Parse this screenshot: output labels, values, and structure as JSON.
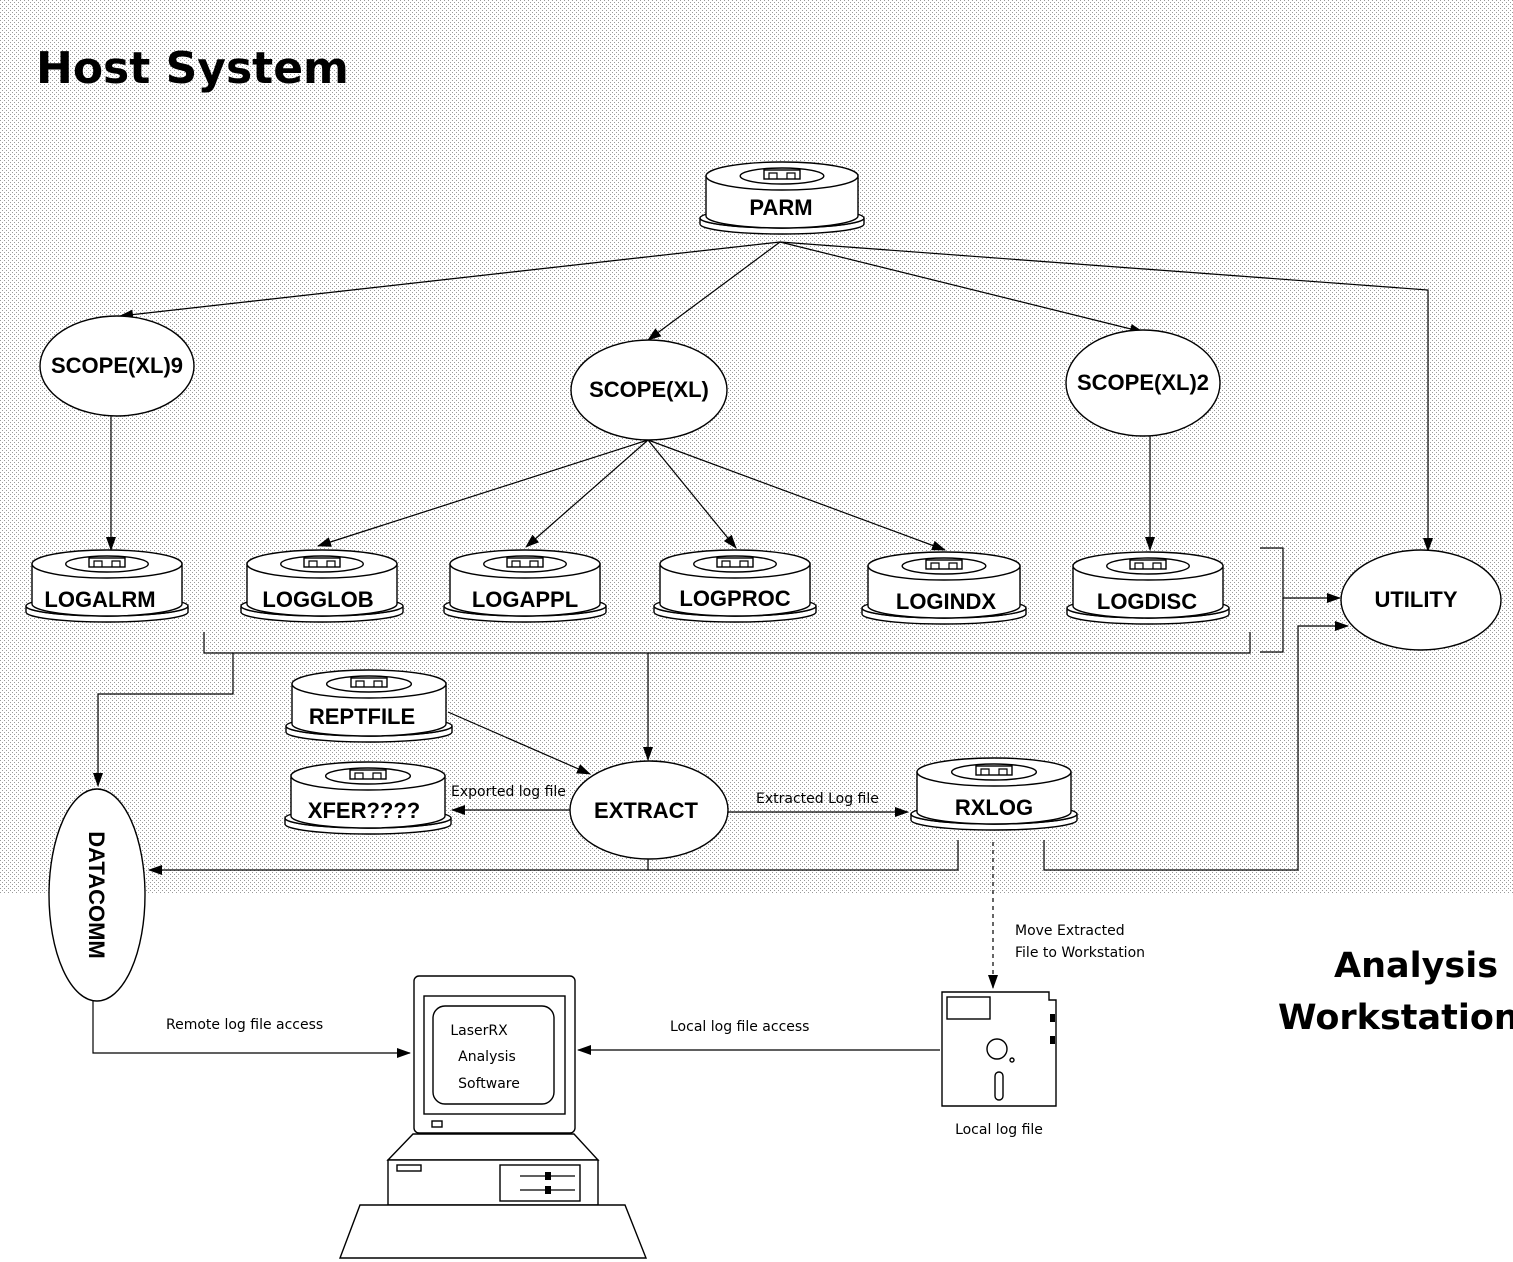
{
  "regions": {
    "host_title": "Host System",
    "workstation_title_line1": "Analysis",
    "workstation_title_line2": "Workstation"
  },
  "disks": {
    "parm": "PARM",
    "logalrm": "LOGALRM",
    "logglob": "LOGGLOB",
    "logappl": "LOGAPPL",
    "logproc": "LOGPROC",
    "logindx": "LOGINDX",
    "logdisc": "LOGDISC",
    "reptfile": "REPTFILE",
    "xfer": "XFER????",
    "rxlog": "RXLOG"
  },
  "processes": {
    "scope9": "SCOPE(XL)9",
    "scope": "SCOPE(XL)",
    "scope2": "SCOPE(XL)2",
    "utility": "UTILITY",
    "extract": "EXTRACT",
    "datacomm": "DATACOMM"
  },
  "edge_labels": {
    "exported": "Exported log file",
    "extracted": "Extracted Log file",
    "move_line1": "Move Extracted",
    "move_line2": "File to Workstation",
    "remote": "Remote log file access",
    "local_access": "Local log file access"
  },
  "workstation": {
    "screen_line1": "LaserRX",
    "screen_line2": "Analysis",
    "screen_line3": "Software",
    "floppy_label": "Local log file"
  },
  "colors": {
    "background": "#ffffff",
    "stipple_dot": "#9a9a9a",
    "ink": "#000000"
  }
}
